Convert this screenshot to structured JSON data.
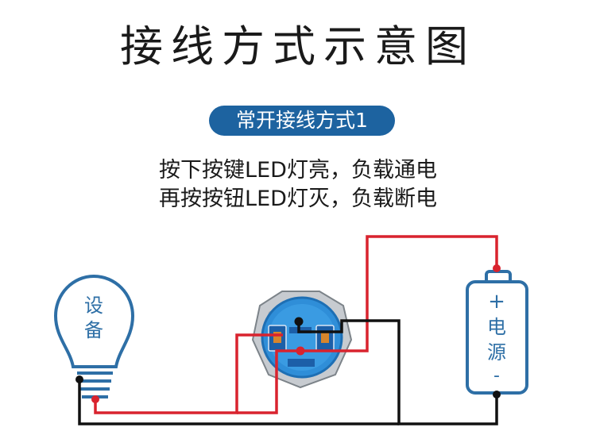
{
  "title": "接线方式示意图",
  "badge": "常开接线方式1",
  "description": {
    "line1": "按下按键LED灯亮，负载通电",
    "line2": "再按按钮LED灯灭，负载断电"
  },
  "device": {
    "label_top": "设",
    "label_bottom": "备"
  },
  "power": {
    "plus": "+",
    "label_top": "电",
    "label_bottom": "源",
    "minus": "-"
  },
  "colors": {
    "badge": "#1d63a0",
    "outline": "#2e6fa6",
    "red_wire": "#d9232e",
    "black_wire": "#111111",
    "button_blue": "#2f8ed8"
  }
}
